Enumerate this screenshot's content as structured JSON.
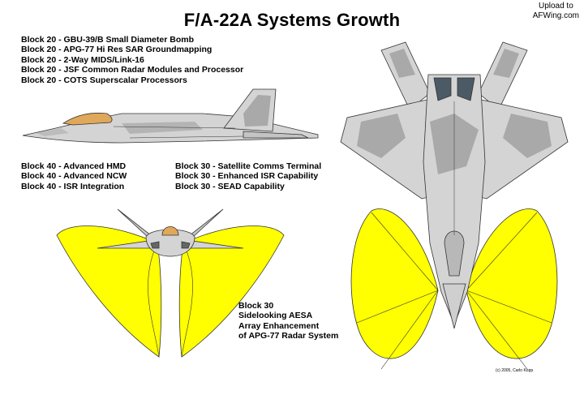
{
  "title": "F/A-22A Systems Growth",
  "upload_note": {
    "line1": "Upload to",
    "line2": "AFWing.com"
  },
  "block20_items": [
    "Block 20 -  GBU-39/B Small Diameter Bomb",
    "Block 20 -  APG-77 Hi Res SAR Groundmapping",
    "Block 20 - 2-Way MIDS/Link-16",
    "Block 20 - JSF Common Radar Modules and Processor",
    "Block 20 - COTS Superscalar Processors"
  ],
  "block40_items": [
    "Block 40 - Advanced HMD",
    "Block 40 - Advanced NCW",
    "Block 40 - ISR Integration"
  ],
  "block30_items": [
    "Block 30 - Satellite Comms Terminal",
    "Block 30 - Enhanced ISR Capability",
    "Block 30 - SEAD Capability"
  ],
  "aesa_note": [
    "Block 30",
    "Sidelooking AESA",
    "Array Enhancement",
    "of APG-77 Radar System"
  ],
  "copyright": "(c) 2005, Carlo Kopp",
  "colors": {
    "airframe": "#d4d4d4",
    "camo": "#a9a9a9",
    "canopy": "#e0a85a",
    "radar_lobe": "#ffff00",
    "exhaust": "#4c5a66"
  }
}
